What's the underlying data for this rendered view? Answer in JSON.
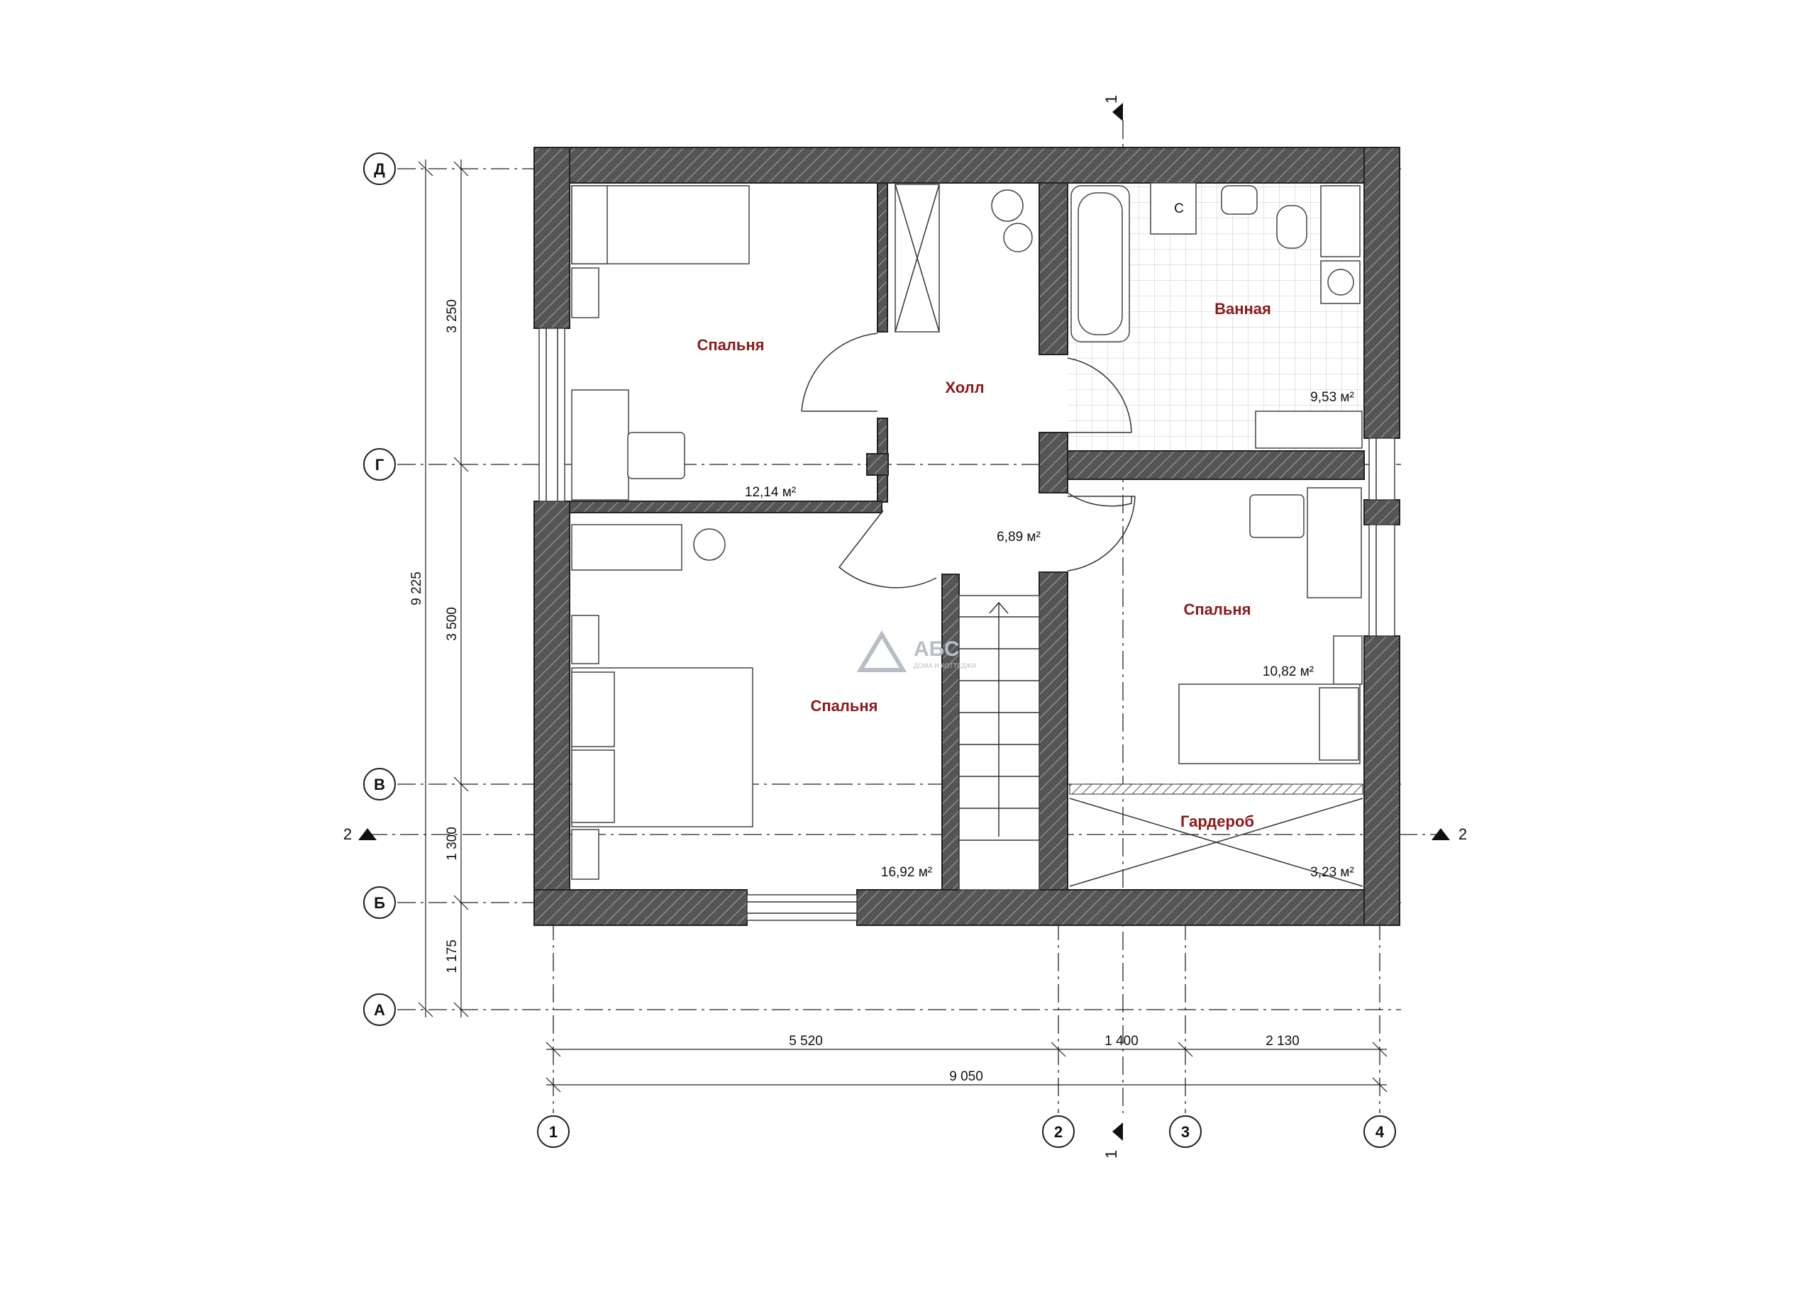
{
  "plan": {
    "rooms": [
      {
        "name": "Спальня",
        "area": "12,14 м²"
      },
      {
        "name": "Холл",
        "area": "6,89 м²"
      },
      {
        "name": "Ванная",
        "area": "9,53 м²"
      },
      {
        "name": "Спальня",
        "area": "16,92 м²"
      },
      {
        "name": "Спальня",
        "area": "10,82 м²"
      },
      {
        "name": "Гардероб",
        "area": "3,23 м²"
      }
    ],
    "axes_rows": [
      "Д",
      "Г",
      "В",
      "Б",
      "А"
    ],
    "axes_cols": [
      "1",
      "2",
      "3",
      "4"
    ],
    "dims_vertical": {
      "d1": "3 250",
      "d2": "3 500",
      "d3": "1 300",
      "d4": "1 175",
      "total": "9 225"
    },
    "dims_horizontal": {
      "d1": "5 520",
      "d2": "1 400",
      "d3": "2 130",
      "total": "9 050"
    },
    "section_marks": {
      "s1": "1",
      "s2": "2"
    },
    "fixture_label": "С",
    "logo": {
      "title": "АБС",
      "subtitle": "ДОМА И КОТТЕДЖИ"
    }
  }
}
